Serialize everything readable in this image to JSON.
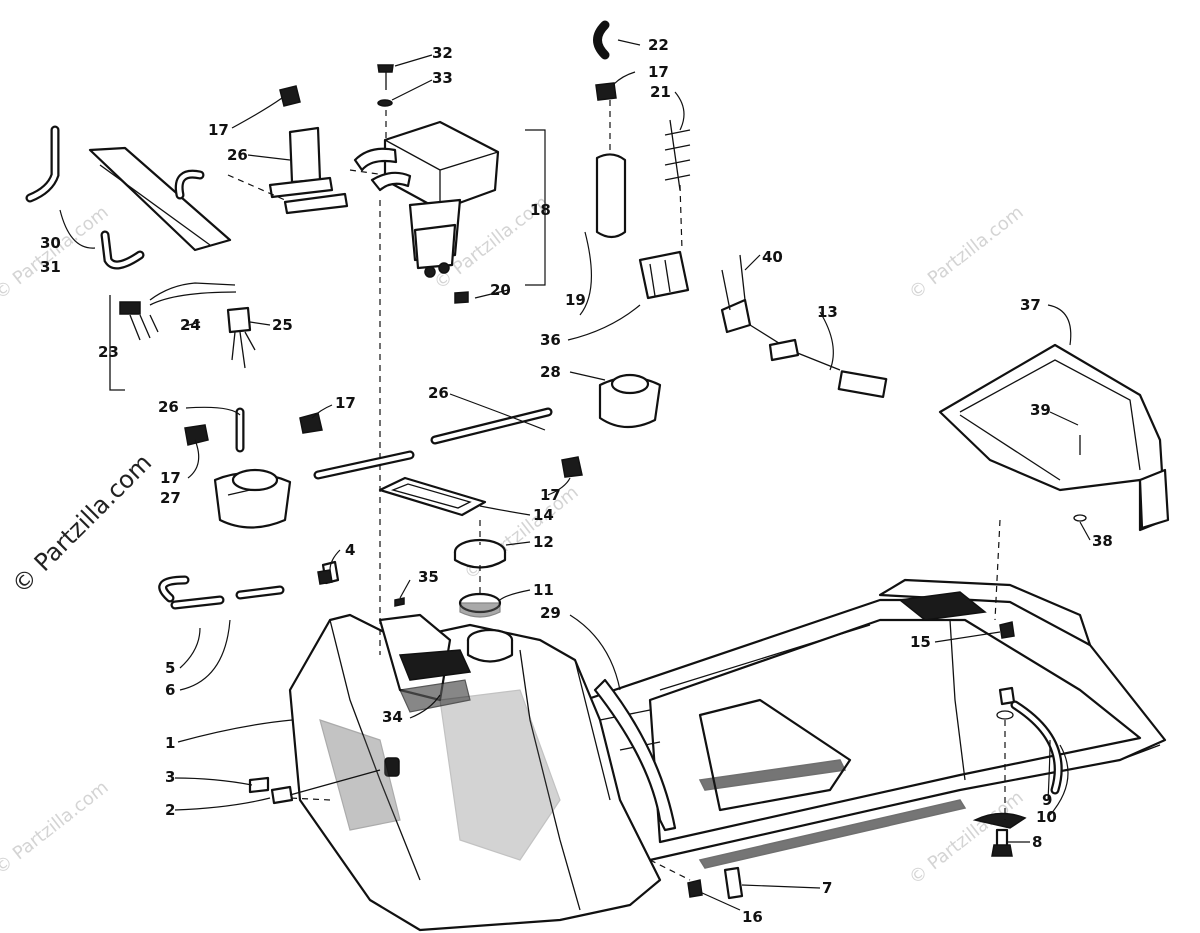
{
  "watermark": {
    "side_text": "© Partzilla.com",
    "tile_text": "© Partzilla.com"
  },
  "callouts": {
    "c1": "1",
    "c2": "2",
    "c3": "3",
    "c4": "4",
    "c5": "5",
    "c6": "6",
    "c7": "7",
    "c8": "8",
    "c9": "9",
    "c10": "10",
    "c11": "11",
    "c12": "12",
    "c13": "13",
    "c14": "14",
    "c15": "15",
    "c16": "16",
    "c17a": "17",
    "c17b": "17",
    "c17c": "17",
    "c17d": "17",
    "c17e": "17",
    "c18": "18",
    "c19": "19",
    "c20": "20",
    "c21": "21",
    "c22": "22",
    "c23": "23",
    "c24": "24",
    "c25": "25",
    "c26a": "26",
    "c26b": "26",
    "c26c": "26",
    "c27": "27",
    "c28": "28",
    "c29": "29",
    "c30": "30",
    "c31": "31",
    "c32": "32",
    "c33": "33",
    "c34": "34",
    "c35": "35",
    "c36": "36",
    "c37": "37",
    "c38": "38",
    "c39": "39",
    "c40": "40"
  }
}
